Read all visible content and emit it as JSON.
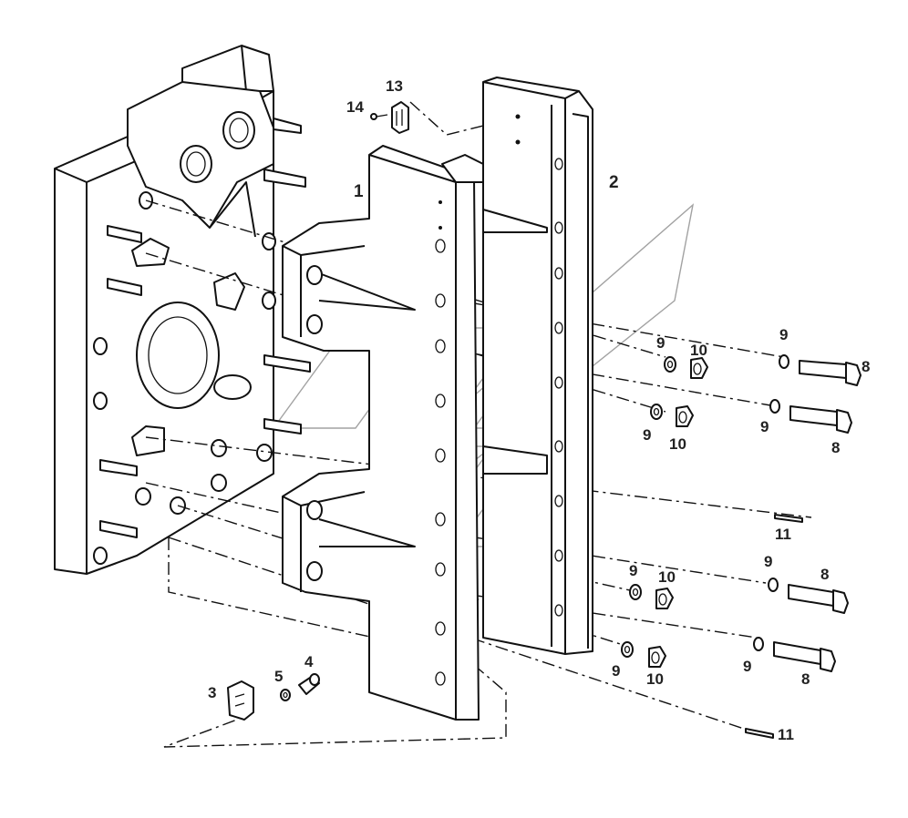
{
  "diagram": {
    "callouts": {
      "c1": "1",
      "c2": "2",
      "c3": "3",
      "c4": "4",
      "c5": "5",
      "c13": "13",
      "c14": "14",
      "a9": "9",
      "a10": "10",
      "a9b": "9",
      "a8": "8",
      "b9": "9",
      "b10": "10",
      "b9b": "9",
      "b8": "8",
      "c11a": "11",
      "d9": "9",
      "d10": "10",
      "d9b": "9",
      "d8": "8",
      "e9": "9",
      "e10": "10",
      "e9b": "9",
      "e8": "8",
      "c11b": "11"
    }
  }
}
